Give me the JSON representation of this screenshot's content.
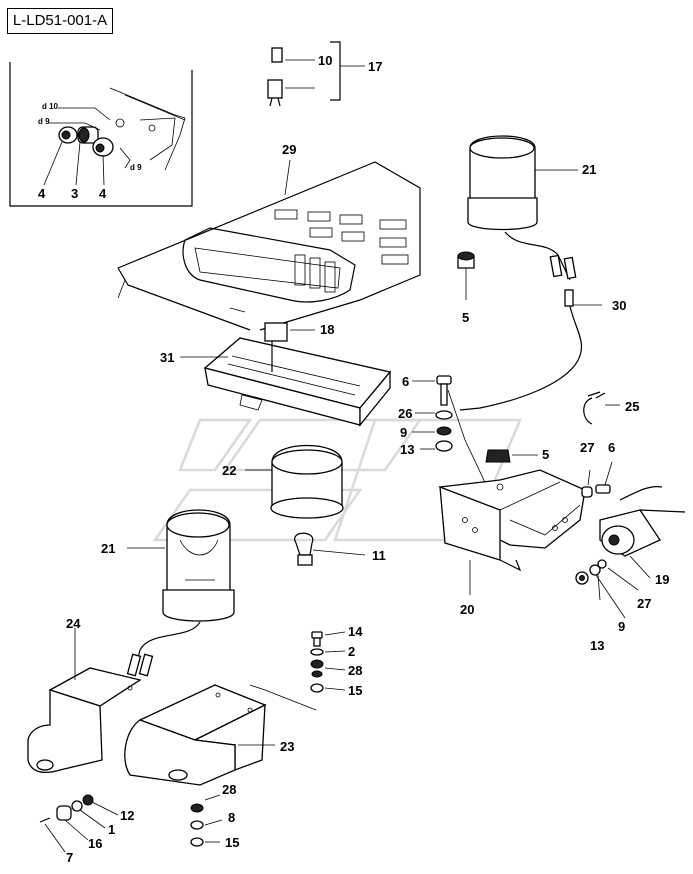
{
  "diagram_code": "L-LD51-001-A",
  "callouts": {
    "c1": "1",
    "c2": "2",
    "c3": "3",
    "c4a": "4",
    "c4b": "4",
    "c5a": "5",
    "c5b": "5",
    "c6a": "6",
    "c6b": "6",
    "c7": "7",
    "c8": "8",
    "c9a": "9",
    "c9b": "9",
    "c10": "10",
    "c11": "11",
    "c12": "12",
    "c13a": "13",
    "c13b": "13",
    "c14": "14",
    "c15a": "15",
    "c15b": "15",
    "c16": "16",
    "c17": "17",
    "c18": "18",
    "c19": "19",
    "c20": "20",
    "c21a": "21",
    "c21b": "21",
    "c22": "22",
    "c23": "23",
    "c24": "24",
    "c25": "25",
    "c26": "26",
    "c27a": "27",
    "c27b": "27",
    "c28a": "28",
    "c28b": "28",
    "c29": "29",
    "c30": "30",
    "c31": "31"
  },
  "inset_marks": {
    "m1": "d 10",
    "m2": "d 9",
    "m3": "d 9"
  }
}
